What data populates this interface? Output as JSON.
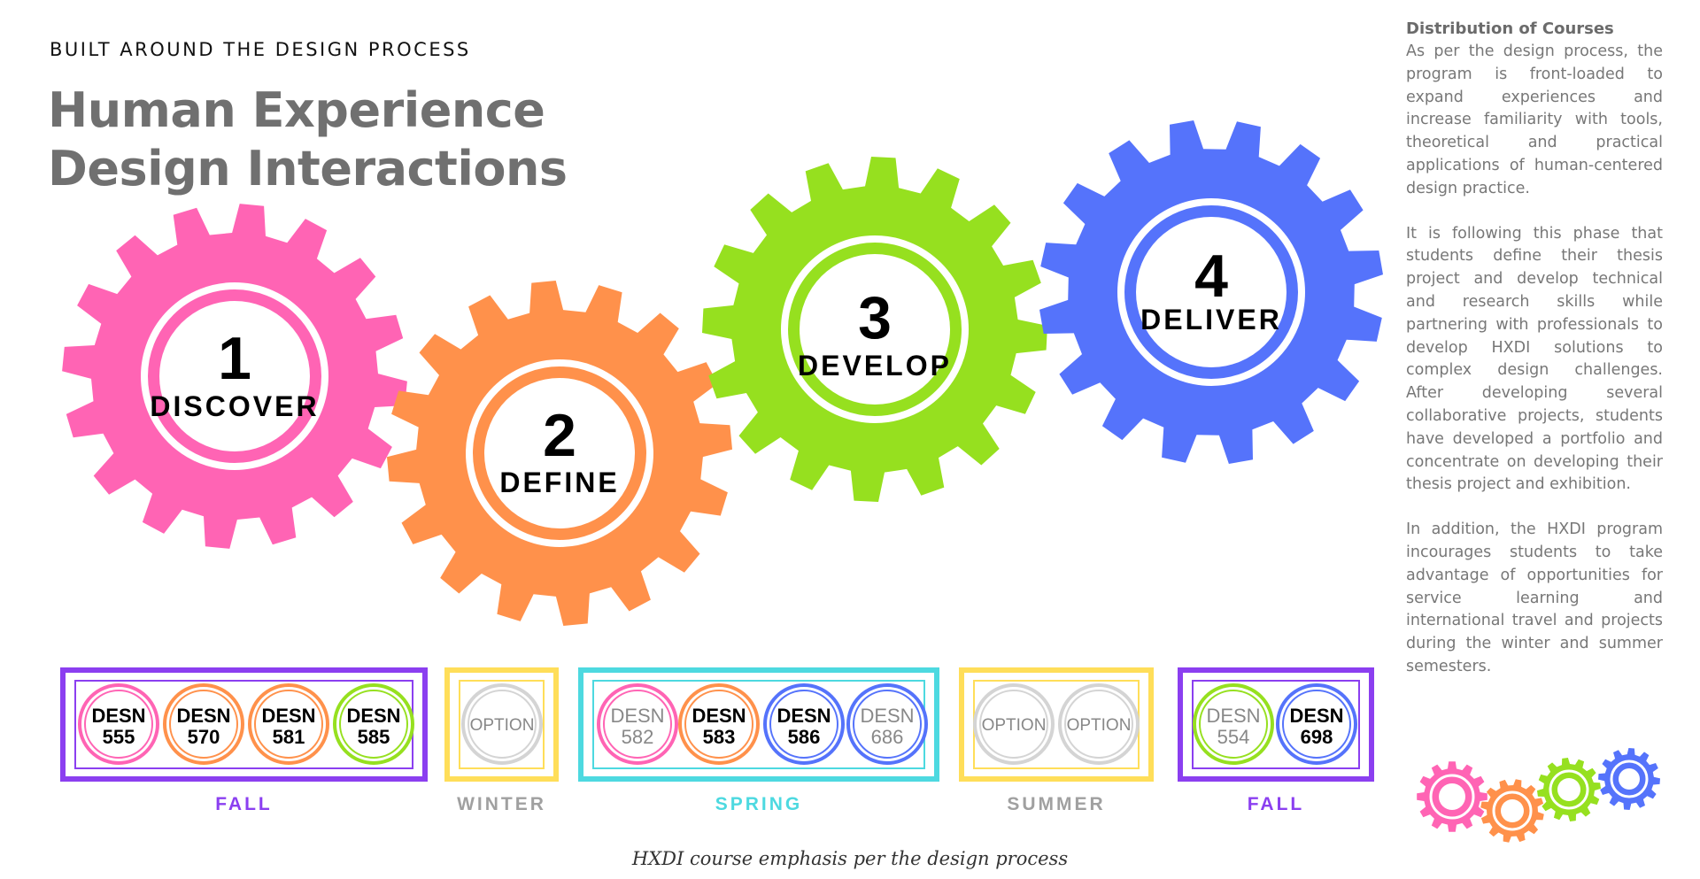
{
  "header": {
    "eyebrow": "BUILT AROUND THE DESIGN PROCESS",
    "title_line1": "Human Experience",
    "title_line2": "Design Interactions"
  },
  "gears": [
    {
      "number": "1",
      "label": "DISCOVER",
      "color": "#ff64b4"
    },
    {
      "number": "2",
      "label": "DEFINE",
      "color": "#ff914b"
    },
    {
      "number": "3",
      "label": "DEVELOP",
      "color": "#96e01f"
    },
    {
      "number": "4",
      "label": "DELIVER",
      "color": "#5573fb"
    }
  ],
  "semesters": [
    {
      "name": "FALL",
      "color": "#8b3ff0",
      "courses": [
        {
          "line1": "DESN",
          "line2": "555",
          "emphasis": true,
          "color": "#ff64b4"
        },
        {
          "line1": "DESN",
          "line2": "570",
          "emphasis": true,
          "color": "#ff914b"
        },
        {
          "line1": "DESN",
          "line2": "581",
          "emphasis": true,
          "color": "#ff914b"
        },
        {
          "line1": "DESN",
          "line2": "585",
          "emphasis": true,
          "color": "#96e01f"
        }
      ]
    },
    {
      "name": "WINTER",
      "color": "#ffde59",
      "courses": [
        {
          "line1": "OPTION",
          "line2": "",
          "emphasis": false,
          "color": "#d4d4d4"
        }
      ]
    },
    {
      "name": "SPRING",
      "color": "#4dd9e0",
      "courses": [
        {
          "line1": "DESN",
          "line2": "582",
          "emphasis": false,
          "color": "#ff64b4"
        },
        {
          "line1": "DESN",
          "line2": "583",
          "emphasis": true,
          "color": "#ff914b"
        },
        {
          "line1": "DESN",
          "line2": "586",
          "emphasis": true,
          "color": "#5573fb"
        },
        {
          "line1": "DESN",
          "line2": "686",
          "emphasis": false,
          "color": "#5573fb"
        }
      ]
    },
    {
      "name": "SUMMER",
      "color": "#ffde59",
      "courses": [
        {
          "line1": "OPTION",
          "line2": "",
          "emphasis": false,
          "color": "#d4d4d4"
        },
        {
          "line1": "OPTION",
          "line2": "",
          "emphasis": false,
          "color": "#d4d4d4"
        }
      ]
    },
    {
      "name": "FALL",
      "color": "#8b3ff0",
      "courses": [
        {
          "line1": "DESN",
          "line2": "554",
          "emphasis": false,
          "color": "#96e01f"
        },
        {
          "line1": "DESN",
          "line2": "698",
          "emphasis": true,
          "color": "#5573fb"
        }
      ]
    }
  ],
  "sidebar": {
    "heading": "Distribution of Courses",
    "p1": "As per the design process, the program is front-loaded to expand experiences and increase familiarity with tools, theoretical and practical applications of human-centered design practice.",
    "p2": "It is following this phase that students define their thesis project and develop technical and research skills while partnering with professionals to develop HXDI solutions to complex design challenges. After developing several collaborative projects, students have developed a portfolio and concentrate on developing their thesis project and exhibition.",
    "p3": "In addition, the HXDI program incourages students to take advantage of opportunities for service learning and international travel and projects during the winter and summer semesters."
  },
  "caption": "HXDI course emphasis per the design process"
}
